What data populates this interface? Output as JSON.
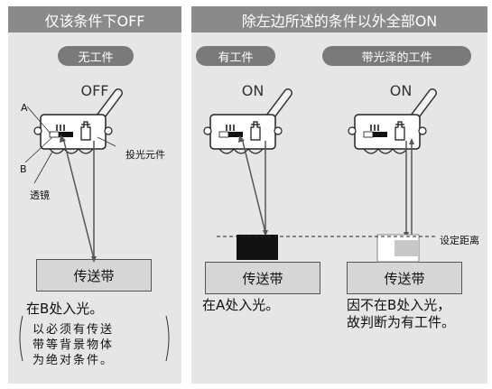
{
  "left": {
    "header": "仅该条件下OFF",
    "pill": "无工件",
    "state": "OFF",
    "label_a": "A",
    "label_b": "B",
    "lens_label": "透镜",
    "emitter_label": "投光元件",
    "conveyor": "传送带",
    "note": "在B处入光。",
    "bracket_lines": [
      "以必须有传送",
      "带等背景物体",
      "为绝对条件。"
    ]
  },
  "right": {
    "header": "除左边所述的条件以外全部ON",
    "pill1": "有工件",
    "pill2": "带光泽的工件",
    "state1": "ON",
    "state2": "ON",
    "distance_label": "设定距离",
    "conveyor1": "传送带",
    "conveyor2": "传送带",
    "note1": "在A处入光。",
    "note2_lines": [
      "因不在B处入光，",
      "故判断为有工件。"
    ]
  }
}
